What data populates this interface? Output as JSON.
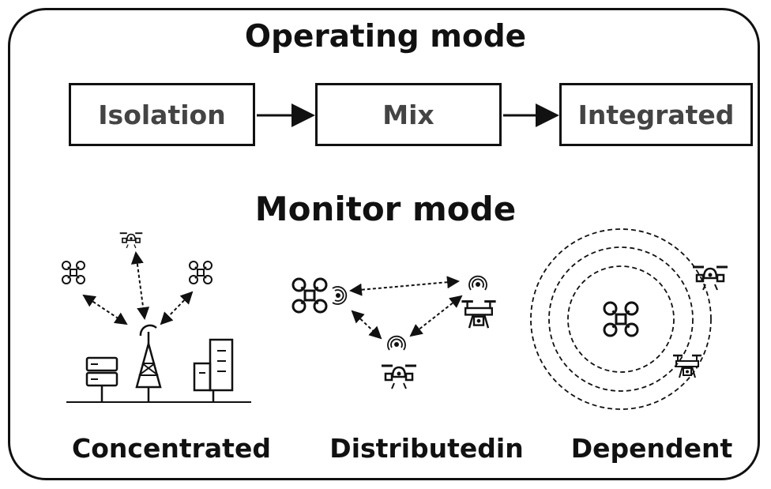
{
  "operating_mode": {
    "title": "Operating mode",
    "stages": [
      "Isolation",
      "Mix",
      "Integrated"
    ]
  },
  "monitor_mode": {
    "title": "Monitor mode",
    "types": [
      "Concentrated",
      "Distributedin",
      "Dependent"
    ]
  },
  "icons": [
    "drone-icon",
    "camera-drone-icon",
    "signal-icon",
    "radar-tower-icon",
    "server-icon",
    "building-icon",
    "hexacopter-icon"
  ],
  "colors": {
    "stroke": "#111111",
    "box_text": "#444444",
    "background": "#ffffff"
  }
}
